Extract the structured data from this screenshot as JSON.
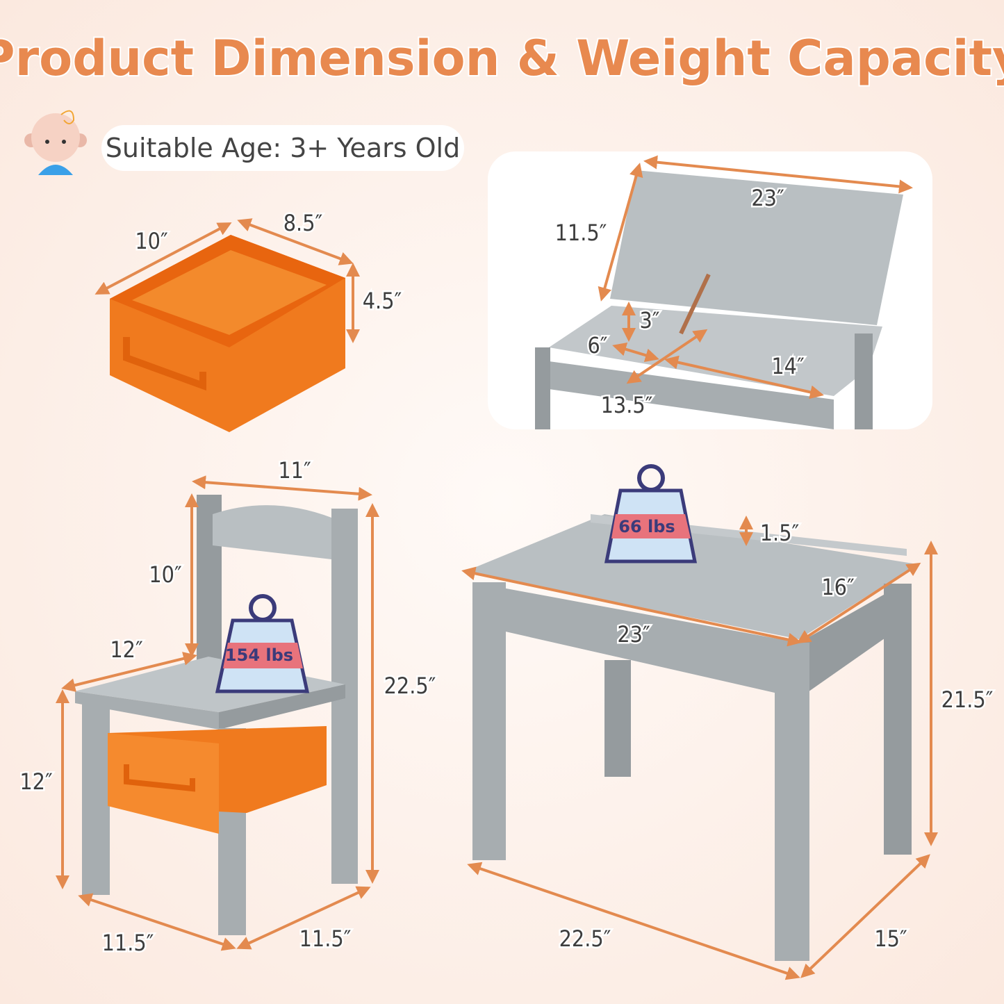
{
  "title": "Product Dimension & Weight Capacity",
  "age_badge": "Suitable Age: 3+ Years Old",
  "basket": {
    "width": "10″",
    "depth": "8.5″",
    "height": "4.5″"
  },
  "desk_open": {
    "lid_length": "23″",
    "lid_width": "11.5″",
    "depth": "3″",
    "compartment_width": "6″",
    "compartment_length": "14″",
    "diagonal": "13.5″"
  },
  "chair": {
    "top_width": "11″",
    "back_height": "10″",
    "seat_depth": "12″",
    "total_height": "22.5″",
    "seat_height": "12″",
    "base_left": "11.5″",
    "base_right": "11.5″",
    "weight": "154 lbs"
  },
  "table": {
    "weight": "66 lbs",
    "rail_height": "1.5″",
    "top_depth": "16″",
    "top_length": "23″",
    "height": "21.5″",
    "base_length": "22.5″",
    "base_depth": "15″"
  },
  "colors": {
    "accent": "#e8894f",
    "background": "#fdf3ee",
    "furniture": "#a7adb0",
    "basket": "#f07a1e"
  }
}
